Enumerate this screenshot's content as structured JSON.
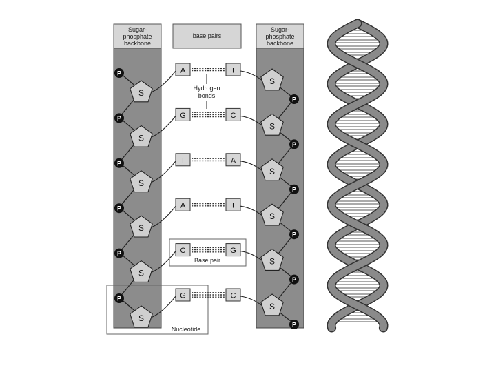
{
  "labels": {
    "left_backbone": [
      "Sugar-",
      "phosphate",
      "backbone"
    ],
    "right_backbone": [
      "Sugar-",
      "phosphate",
      "backbone"
    ],
    "base_pairs_header": "base pairs",
    "hydrogen_bonds": [
      "Hydrogen",
      "bonds"
    ],
    "base_pair": "Base pair",
    "nucleotide": "Nucleotide"
  },
  "symbols": {
    "sugar": "S",
    "phosphate": "P"
  },
  "pairs": [
    {
      "left": "A",
      "right": "T"
    },
    {
      "left": "G",
      "right": "C"
    },
    {
      "left": "T",
      "right": "A"
    },
    {
      "left": "A",
      "right": "T"
    },
    {
      "left": "C",
      "right": "G"
    },
    {
      "left": "G",
      "right": "C"
    }
  ],
  "colors": {
    "backbone": "#8c8c8c",
    "box_fill": "#d6d6d6",
    "sugar_fill": "#cfcfcf",
    "phosphate": "#111111",
    "line": "#222222",
    "helix_strand": "#8a8a8a",
    "rung": "#ffffff"
  }
}
